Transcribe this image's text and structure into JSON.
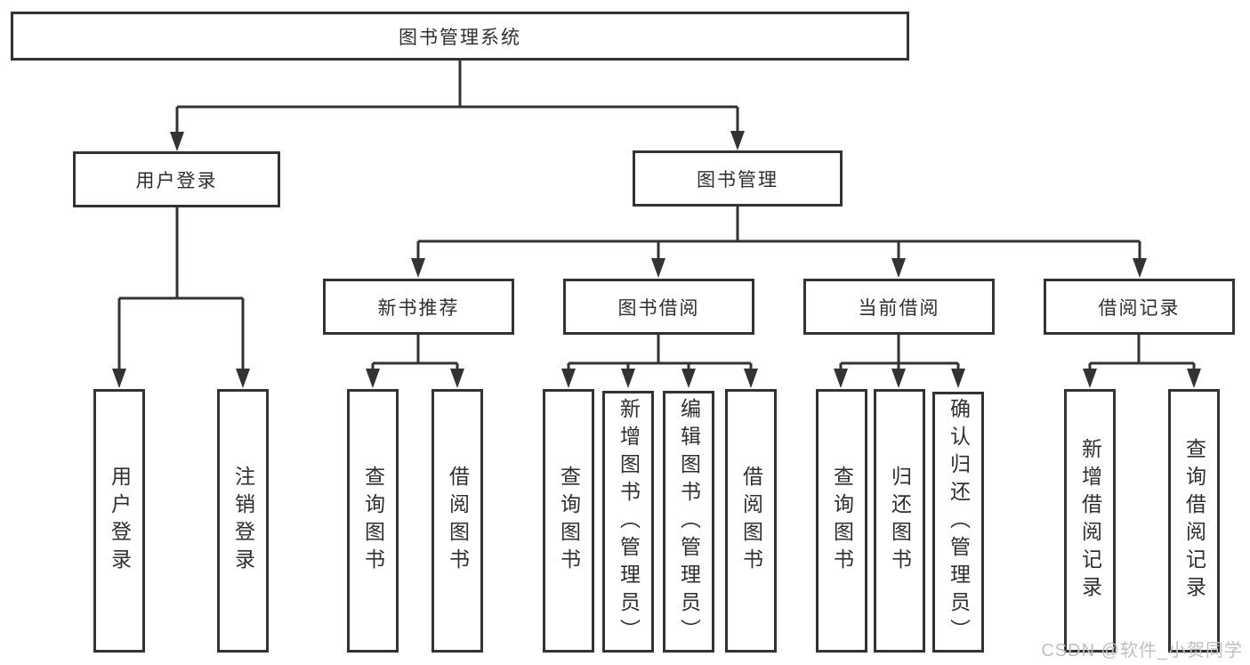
{
  "diagram_title": "图书管理系统",
  "nodes": {
    "root": "图书管理系统",
    "user_login": "用户登录",
    "book_management": "图书管理",
    "new_book_recommend": "新书推荐",
    "book_borrow": "图书借阅",
    "current_borrow": "当前借阅",
    "borrow_records": "借阅记录",
    "leaf_user_login": "用户登录",
    "leaf_logout": "注销登录",
    "recommend_query_books": "查询图书",
    "recommend_borrow_books": "借阅图书",
    "borrow_query_books": "查询图书",
    "borrow_add_books": "新增图书（管理员）",
    "borrow_edit_books": "编辑图书（管理员）",
    "borrow_borrow_books": "借阅图书",
    "current_query_books": "查询图书",
    "current_return_books": "归还图书",
    "current_confirm_return": "确认归还（管理员）",
    "records_add_record": "新增借阅记录",
    "records_query_record": "查询借阅记录"
  },
  "hierarchy": {
    "图书管理系统": {
      "用户登录": [
        "用户登录",
        "注销登录"
      ],
      "图书管理": {
        "新书推荐": [
          "查询图书",
          "借阅图书"
        ],
        "图书借阅": [
          "查询图书",
          "新增图书（管理员）",
          "编辑图书（管理员）",
          "借阅图书"
        ],
        "当前借阅": [
          "查询图书",
          "归还图书",
          "确认归还（管理员）"
        ],
        "借阅记录": [
          "新增借阅记录",
          "查询借阅记录"
        ]
      }
    }
  },
  "watermark": "CSDN @软件_小贺同学",
  "colors": {
    "line": "#333333",
    "box_border": "#333333",
    "box_fill": "#ffffff",
    "text": "#2f2f2f",
    "watermark": "#bfbfbf"
  }
}
